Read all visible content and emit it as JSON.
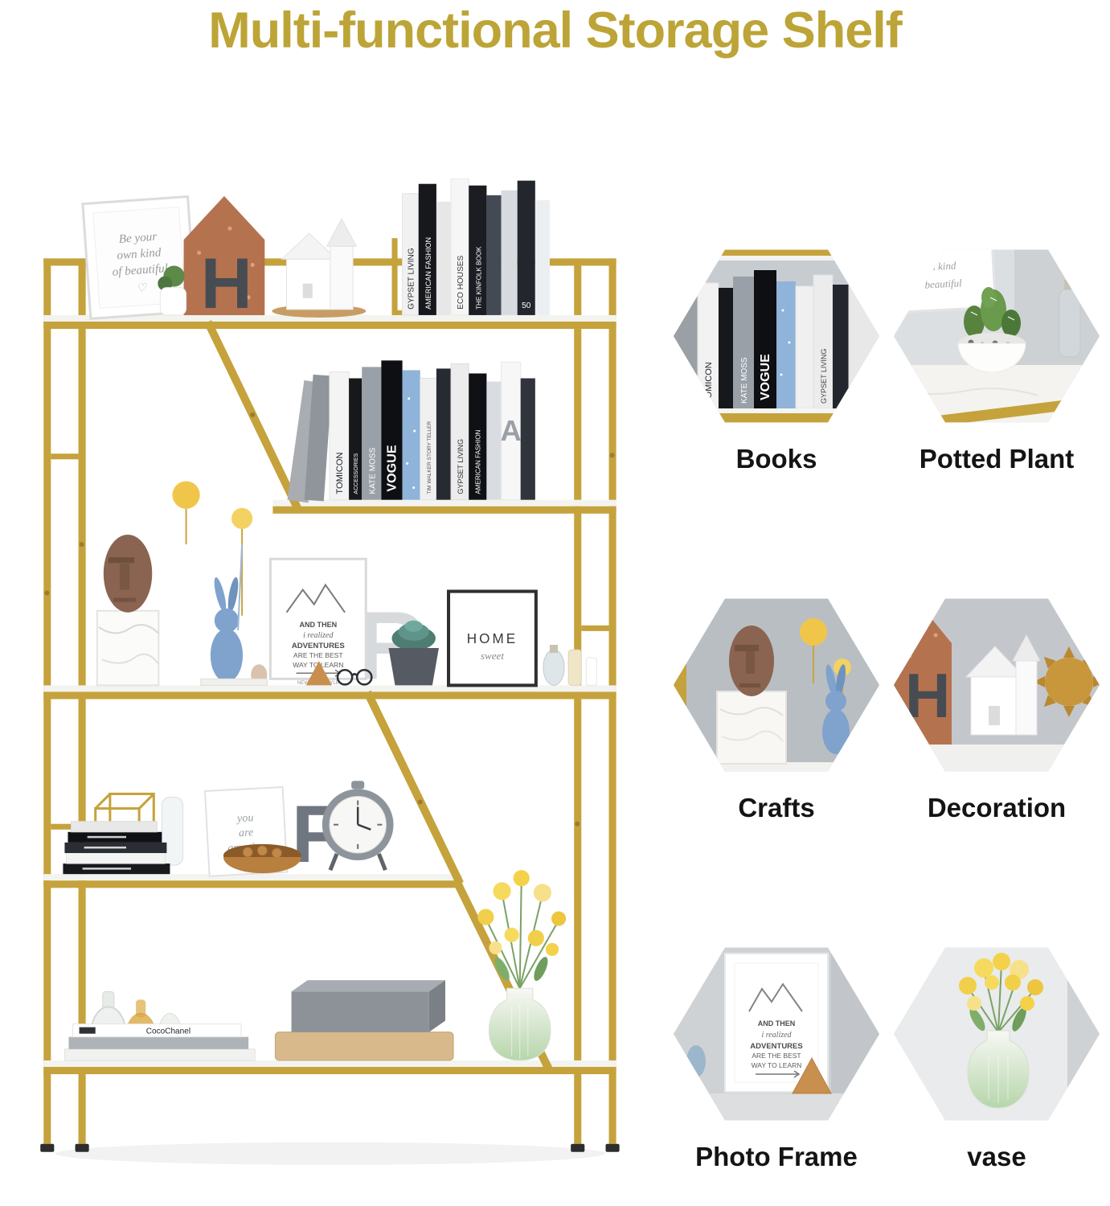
{
  "title": "Multi-functional Storage Shelf",
  "colors": {
    "gold": "#c5a23c",
    "title-gold": "#bda437",
    "caption": "#141414"
  },
  "features": [
    {
      "id": "books",
      "label": "Books"
    },
    {
      "id": "potted-plant",
      "label": "Potted Plant"
    },
    {
      "id": "crafts",
      "label": "Crafts"
    },
    {
      "id": "decoration",
      "label": "Decoration"
    },
    {
      "id": "photo-frame",
      "label": "Photo Frame"
    },
    {
      "id": "vase",
      "label": "vase"
    }
  ],
  "shelf_scene": {
    "quote_frame_lines": [
      "Be your",
      "own kind",
      "of beautiful",
      "♡"
    ],
    "letter_h": "H",
    "letter_r": "R",
    "letter_f": "F",
    "letter_a": "A",
    "top_books": [
      "GYPSET LIVING",
      "AMERICAN FASHION",
      "ECO HOUSES",
      "THE KINFOLK BOOK",
      "50"
    ],
    "mid_books": [
      "TOMICON",
      "ACCESSORIES",
      "KATE MOSS",
      "VOGUE",
      "TIM WALKER STORY TELLER",
      "GYPSET LIVING",
      "AMERICAN FASHION"
    ],
    "adventure_frame_lines": [
      "AND THEN",
      "i realized",
      "ADVENTURES",
      "ARE THE BEST",
      "WAY TO LEARN"
    ],
    "newyork_card": "NEWYORK STYLE",
    "home_frame_lines": [
      "HOME",
      "sweet"
    ],
    "amazing_card_lines": [
      "you",
      "are",
      "amazing"
    ],
    "coco_book": "CocoChanel"
  },
  "hex_scenes": {
    "books": {
      "spines": [
        "TOMICON",
        "KATE MOSS",
        "VOGUE",
        "GYPSET LIVING"
      ]
    },
    "potted_plant": {
      "frame_lines": [
        "own kind",
        "of beautiful"
      ]
    },
    "decoration": {
      "letter_h": "H"
    },
    "photo_frame": {
      "lines": [
        "AND THEN",
        "i realized",
        "ADVENTURES",
        "ARE THE BEST",
        "WAY TO LEARN"
      ]
    }
  }
}
